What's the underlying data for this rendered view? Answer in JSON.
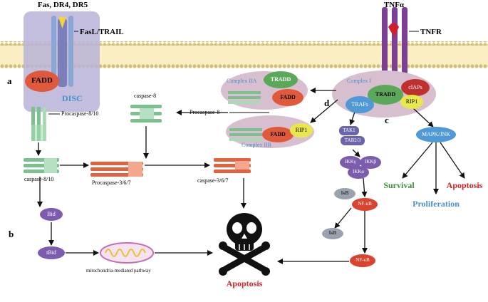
{
  "receptors": {
    "death_receptors": "Fas, DR4, DR5",
    "ligand": "FasL/TRAIL",
    "tnf": "TNFα",
    "tnfr": "TNFR"
  },
  "panel_labels": {
    "a": "a",
    "b": "b",
    "c": "c",
    "d": "d"
  },
  "disc": {
    "label": "DISC",
    "fadd": "FADD"
  },
  "procaspase_8_10": "Procaspase-8/10",
  "caspase_8_10": "caspase-8/10",
  "caspase_8": "caspase-8",
  "procaspase_8": "Procaspase-8",
  "procaspase_3_6_7": "Procaspase-3/6/7",
  "caspase_3_6_7": "caspase-3/6/7",
  "bid": "Bid",
  "tbid": "tBid",
  "mito_pathway": "mitochondria-mediated pathway",
  "apoptosis_main": "Apoptosis",
  "complex_iia": {
    "label": "Complex IIA",
    "tradd": "TRADD",
    "fadd": "FADD"
  },
  "complex_iib": {
    "label": "Complex IIB",
    "fadd": "FADD",
    "rip1": "RIP1"
  },
  "complex_i": {
    "label": "Complex I",
    "tradd": "TRADD",
    "ciaps": "cIAPs",
    "rip1": "RIP1",
    "trafs": "TRAFs"
  },
  "tak1": "TAK1",
  "tab23": "TAB2/3",
  "ikk_gamma": "IKKγ",
  "ikk_beta": "IKKβ",
  "ikk_alpha": "IKKα",
  "ikb_1": "IκB",
  "nfkb_1": "NF-κB",
  "ikb_2": "IκB",
  "nfkb_2": "NF-κB",
  "mapk": "MAPK/JNK",
  "survival": "Survival",
  "proliferation": "Proliferation",
  "apoptosis_right": "Apoptosis",
  "colors": {
    "membrane_fill": "#fbeec2",
    "head_beads": "#d9c27a",
    "disc_box": "#b9b3d8",
    "complex_oval": "#d8bfcf",
    "fadd": "#e0593a",
    "tradd": "#5ca85a",
    "rip1": "#e9e84a",
    "ciaps": "#c0302f",
    "trafs": "#4f9ad6",
    "tak": "#6a64a8",
    "ikk": "#7b5cae",
    "ikb": "#9aa3ad",
    "nfkb": "#d9432f",
    "caspase_green": "#7cc08f",
    "caspase_red": "#e2623f",
    "receptor_purple": "#7d3f93",
    "receptor_blue": "#8aa6d4"
  }
}
